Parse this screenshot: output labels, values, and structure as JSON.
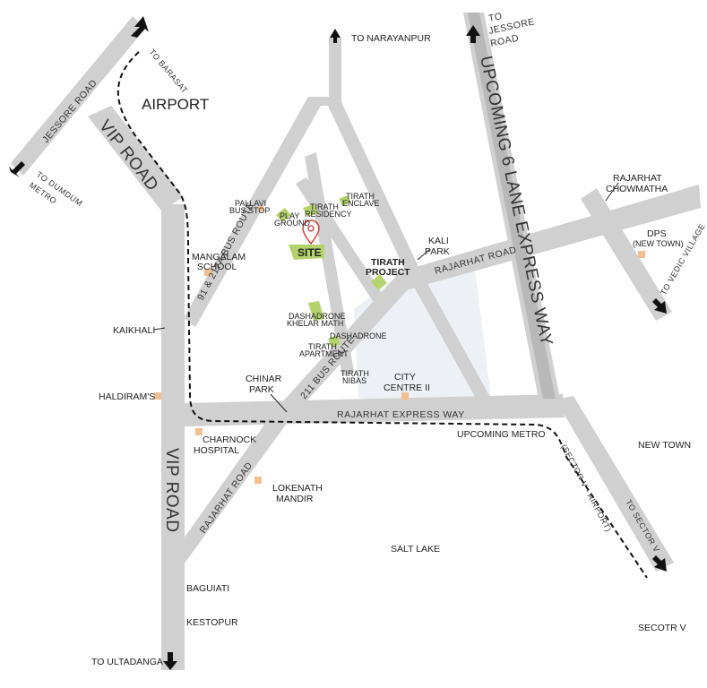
{
  "colors": {
    "road": "#d0d0d0",
    "road_dark": "#a8a8a8",
    "landmark": "#f2c08f",
    "green": "#b5d36d",
    "site_pin": "#d83a3a",
    "area_fill": "#edf1f6",
    "metro": "#111111"
  },
  "labels": {
    "to_barasat": "TO BARASAT",
    "airport": "AIRPORT",
    "jessore_road": "JESSORE ROAD",
    "to_dumdum_metro_1": "TO DUMDUM",
    "to_dumdum_metro_2": "METRO",
    "vip_road_top": "VIP ROAD",
    "vip_road_bottom": "VIP ROAD",
    "to_narayanpur": "TO NARAYANPUR",
    "to_jessore_road_1": "TO",
    "to_jessore_road_2": "JESSORE",
    "to_jessore_road_3": "ROAD",
    "upcoming_expressway": "UPCOMING 6 LANE EXPRESS WAY",
    "rajarhat_chowmatha_1": "RAJARHAT",
    "rajarhat_chowmatha_2": "CHOWMATHA",
    "dps_1": "DPS",
    "dps_2": "(NEW TOWN)",
    "to_vedic_village": "TO VEDIC VILLAGE",
    "kali_park_1": "KALI",
    "kali_park_2": "PARK",
    "rajarhat_road_upper": "RAJARHAT ROAD",
    "pallavi_1": "PALLAVI",
    "pallavi_2": "BUS STOP",
    "play_ground_1": "PLAY",
    "play_ground_2": "GROUND",
    "tirath_residency_1": "TIRATH",
    "tirath_residency_2": "RESIDENCY",
    "tirath_enclave_1": "TIRATH",
    "tirath_enclave_2": "ENCLAVE",
    "site": "SITE",
    "tirath_project_1": "TIRATH",
    "tirath_project_2": "PROJECT",
    "mangalam_1": "MANGALAM",
    "mangalam_2": "SCHOOL",
    "bus_route_91": "91 & 217A BUS ROUTE",
    "kaikhali": "KAIKHALI",
    "dashadrone_khelar_1": "DASHADRONE",
    "dashadrone_khelar_2": "KHELAR MATH",
    "dashadrone": "DASHADRONE",
    "tirath_apartment_1": "TIRATH",
    "tirath_apartment_2": "APARTMENT",
    "tirath_nibas_1": "TIRATH",
    "tirath_nibas_2": "NIBAS",
    "bus_route_211": "211 BUS ROUTE",
    "city_centre_1": "CITY",
    "city_centre_2": "CENTRE II",
    "chinar_park_1": "CHINAR",
    "chinar_park_2": "PARK",
    "haldirams": "HALDIRAM'S",
    "rajarhat_expressway": "RAJARHAT EXPRESS WAY",
    "upcoming_metro": "UPCOMING METRO",
    "sector_v_airport": "(SECTOR V - AIRPORT)",
    "new_town": "NEW TOWN",
    "charnock_1": "CHARNOCK",
    "charnock_2": "HOSPITAL",
    "lokenath_1": "LOKENATH",
    "lokenath_2": "MANDIR",
    "rajarhat_road_lower": "RAJARHAT ROAD",
    "to_sector_v": "TO SECTOR V",
    "salt_lake": "SALT LAKE",
    "baguiati": "BAGUIATI",
    "kestopur": "KESTOPUR",
    "secotr_v": "SECOTR V",
    "to_ultadanga": "TO ULTADANGA"
  }
}
